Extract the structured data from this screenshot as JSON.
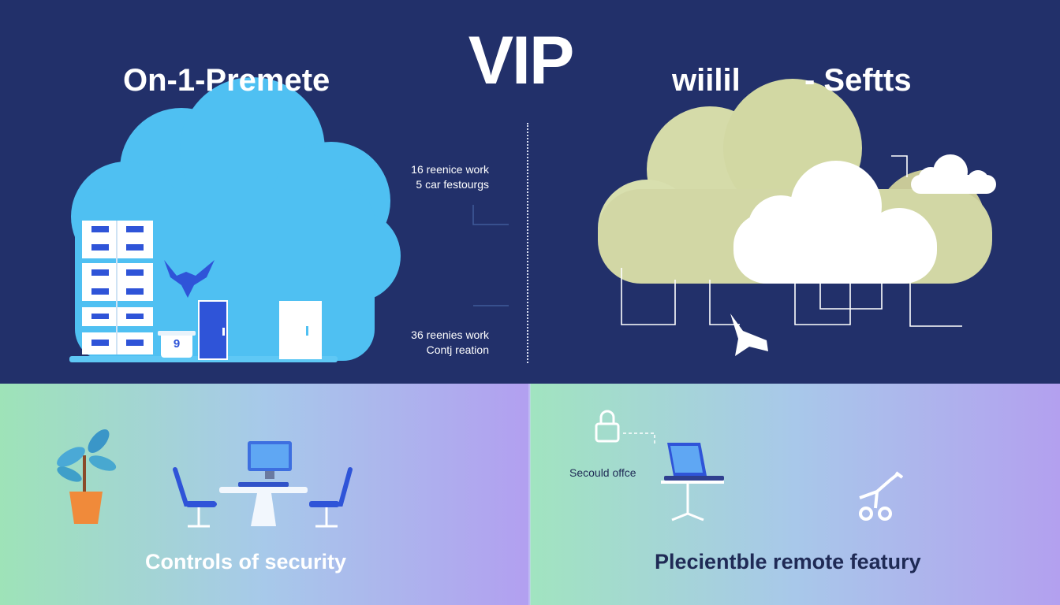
{
  "header": {
    "main_title": "VIP",
    "left_title": "On-1-Premete",
    "right_title_a": "wiilil",
    "right_title_b": "- Seftts"
  },
  "notes": {
    "top_line1": "16 reenice work",
    "top_line2": "5 car festourgs",
    "bottom_line1": "36 reenies work",
    "bottom_line2": "Contj reation"
  },
  "server_badge": "9",
  "bottom": {
    "left_caption": "Controls of security",
    "right_caption": "Plecientble remote featury",
    "office_label": "Secould offce"
  },
  "colors": {
    "navy": "#22306a",
    "sky_cloud": "#4fc0f2",
    "olive_cloud": "#d5dba9",
    "accent_blue": "#2f54d8",
    "orange_pot": "#f08a3a"
  }
}
